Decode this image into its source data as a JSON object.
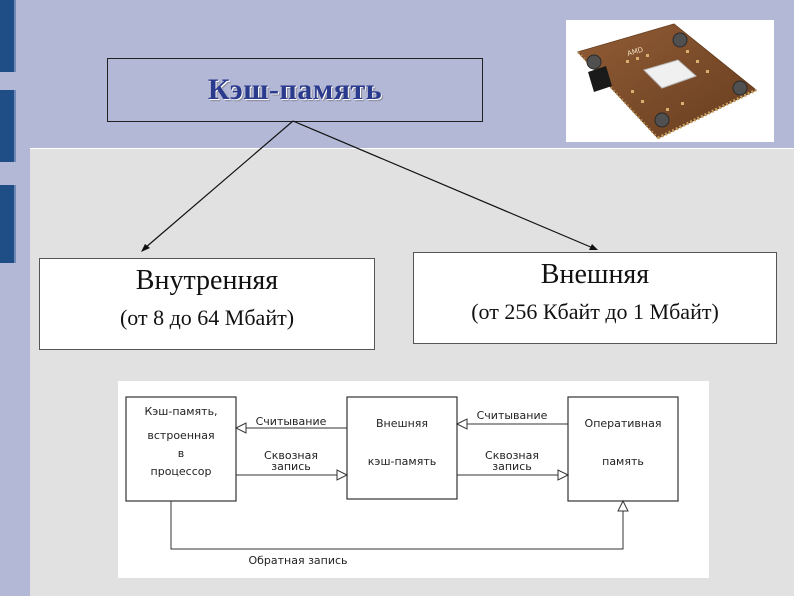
{
  "slide": {
    "title": "Кэш-память"
  },
  "types": [
    {
      "name": "Внутренняя",
      "range": "(от 8 до 64 Мбайт)"
    },
    {
      "name": "Внешняя",
      "range": "(от 256 Кбайт до 1 Мбайт)"
    }
  ],
  "cpu_image": {
    "icon": "amd-processor-chip",
    "label": "AMD"
  },
  "scheme": {
    "blocks": {
      "internal": [
        "Кэш-память,",
        "встроенная",
        "в",
        "процессор"
      ],
      "external": [
        "Внешняя",
        "кэш-память"
      ],
      "ram": [
        "Оперативная",
        "память"
      ]
    },
    "arrows": {
      "read_1": "Считывание",
      "write_through_1": [
        "Сквозная",
        "запись"
      ],
      "read_2": "Считывание",
      "write_through_2": [
        "Сквозная",
        "запись"
      ],
      "write_back": "Обратная запись"
    }
  }
}
